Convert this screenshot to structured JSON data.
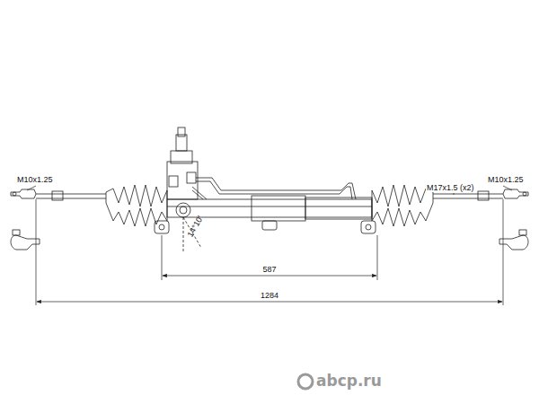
{
  "diagram": {
    "labels": [
      "M10x1.25",
      "M10x1.25",
      "M17x1.5 (x2)",
      "14°10'",
      "587",
      "1284",
      "abcp.ru"
    ]
  }
}
